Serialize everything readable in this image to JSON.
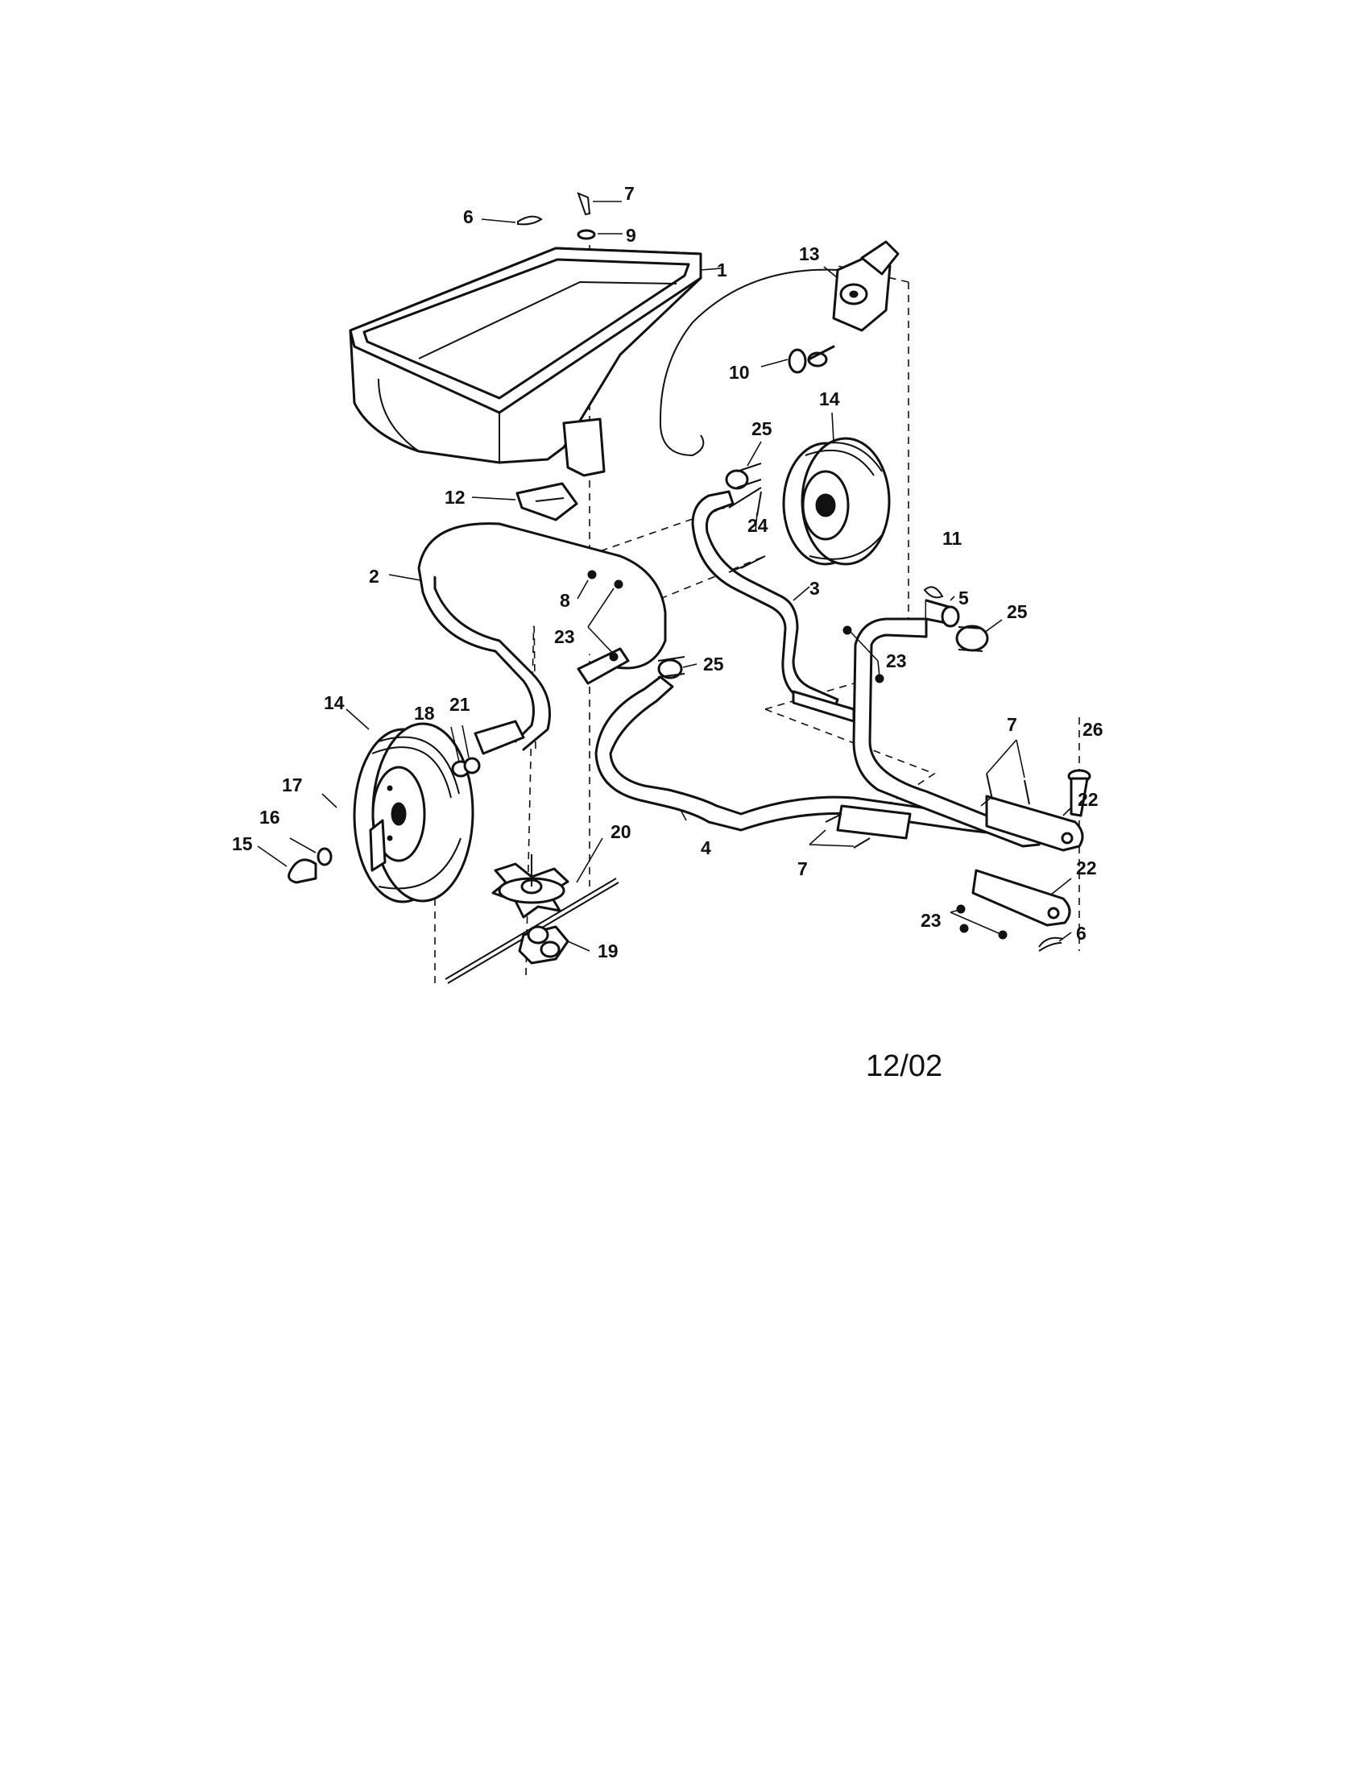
{
  "diagram": {
    "callouts": [
      "1",
      "2",
      "3",
      "4",
      "5",
      "6",
      "7",
      "8",
      "9",
      "10",
      "11",
      "12",
      "13",
      "14",
      "15",
      "16",
      "17",
      "18",
      "19",
      "20",
      "21",
      "22",
      "23",
      "24",
      "25",
      "26"
    ],
    "date_code": "12/02"
  }
}
